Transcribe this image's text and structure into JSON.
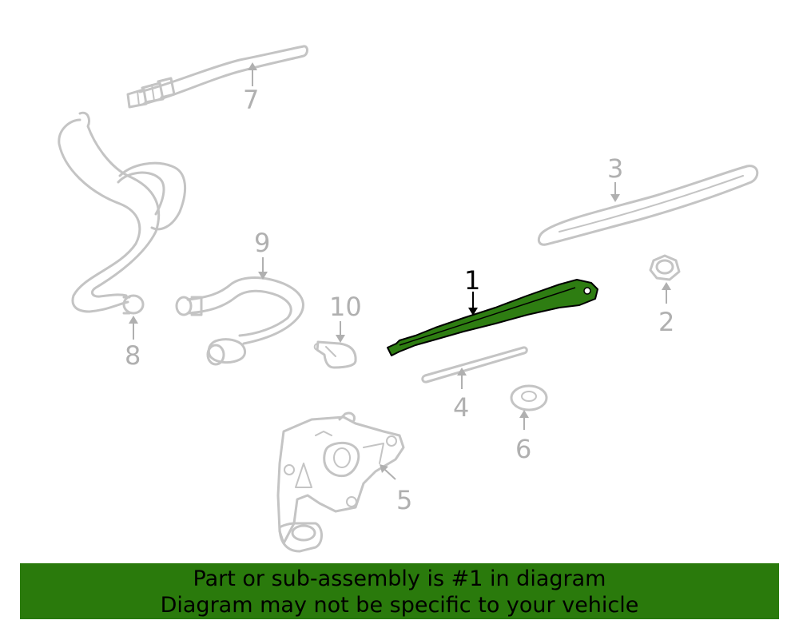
{
  "callouts": {
    "c1": "1",
    "c2": "2",
    "c3": "3",
    "c4": "4",
    "c5": "5",
    "c6": "6",
    "c7": "7",
    "c8": "8",
    "c9": "9",
    "c10": "10"
  },
  "highlighted_part": "1",
  "colors": {
    "highlight_fill": "#2e7d12",
    "banner_bg": "#2a7a0c",
    "part_outline": "#c4c4c4"
  },
  "banner": {
    "line1": "Part or sub-assembly is #1 in diagram",
    "line2": "Diagram may not be specific to your vehicle"
  }
}
